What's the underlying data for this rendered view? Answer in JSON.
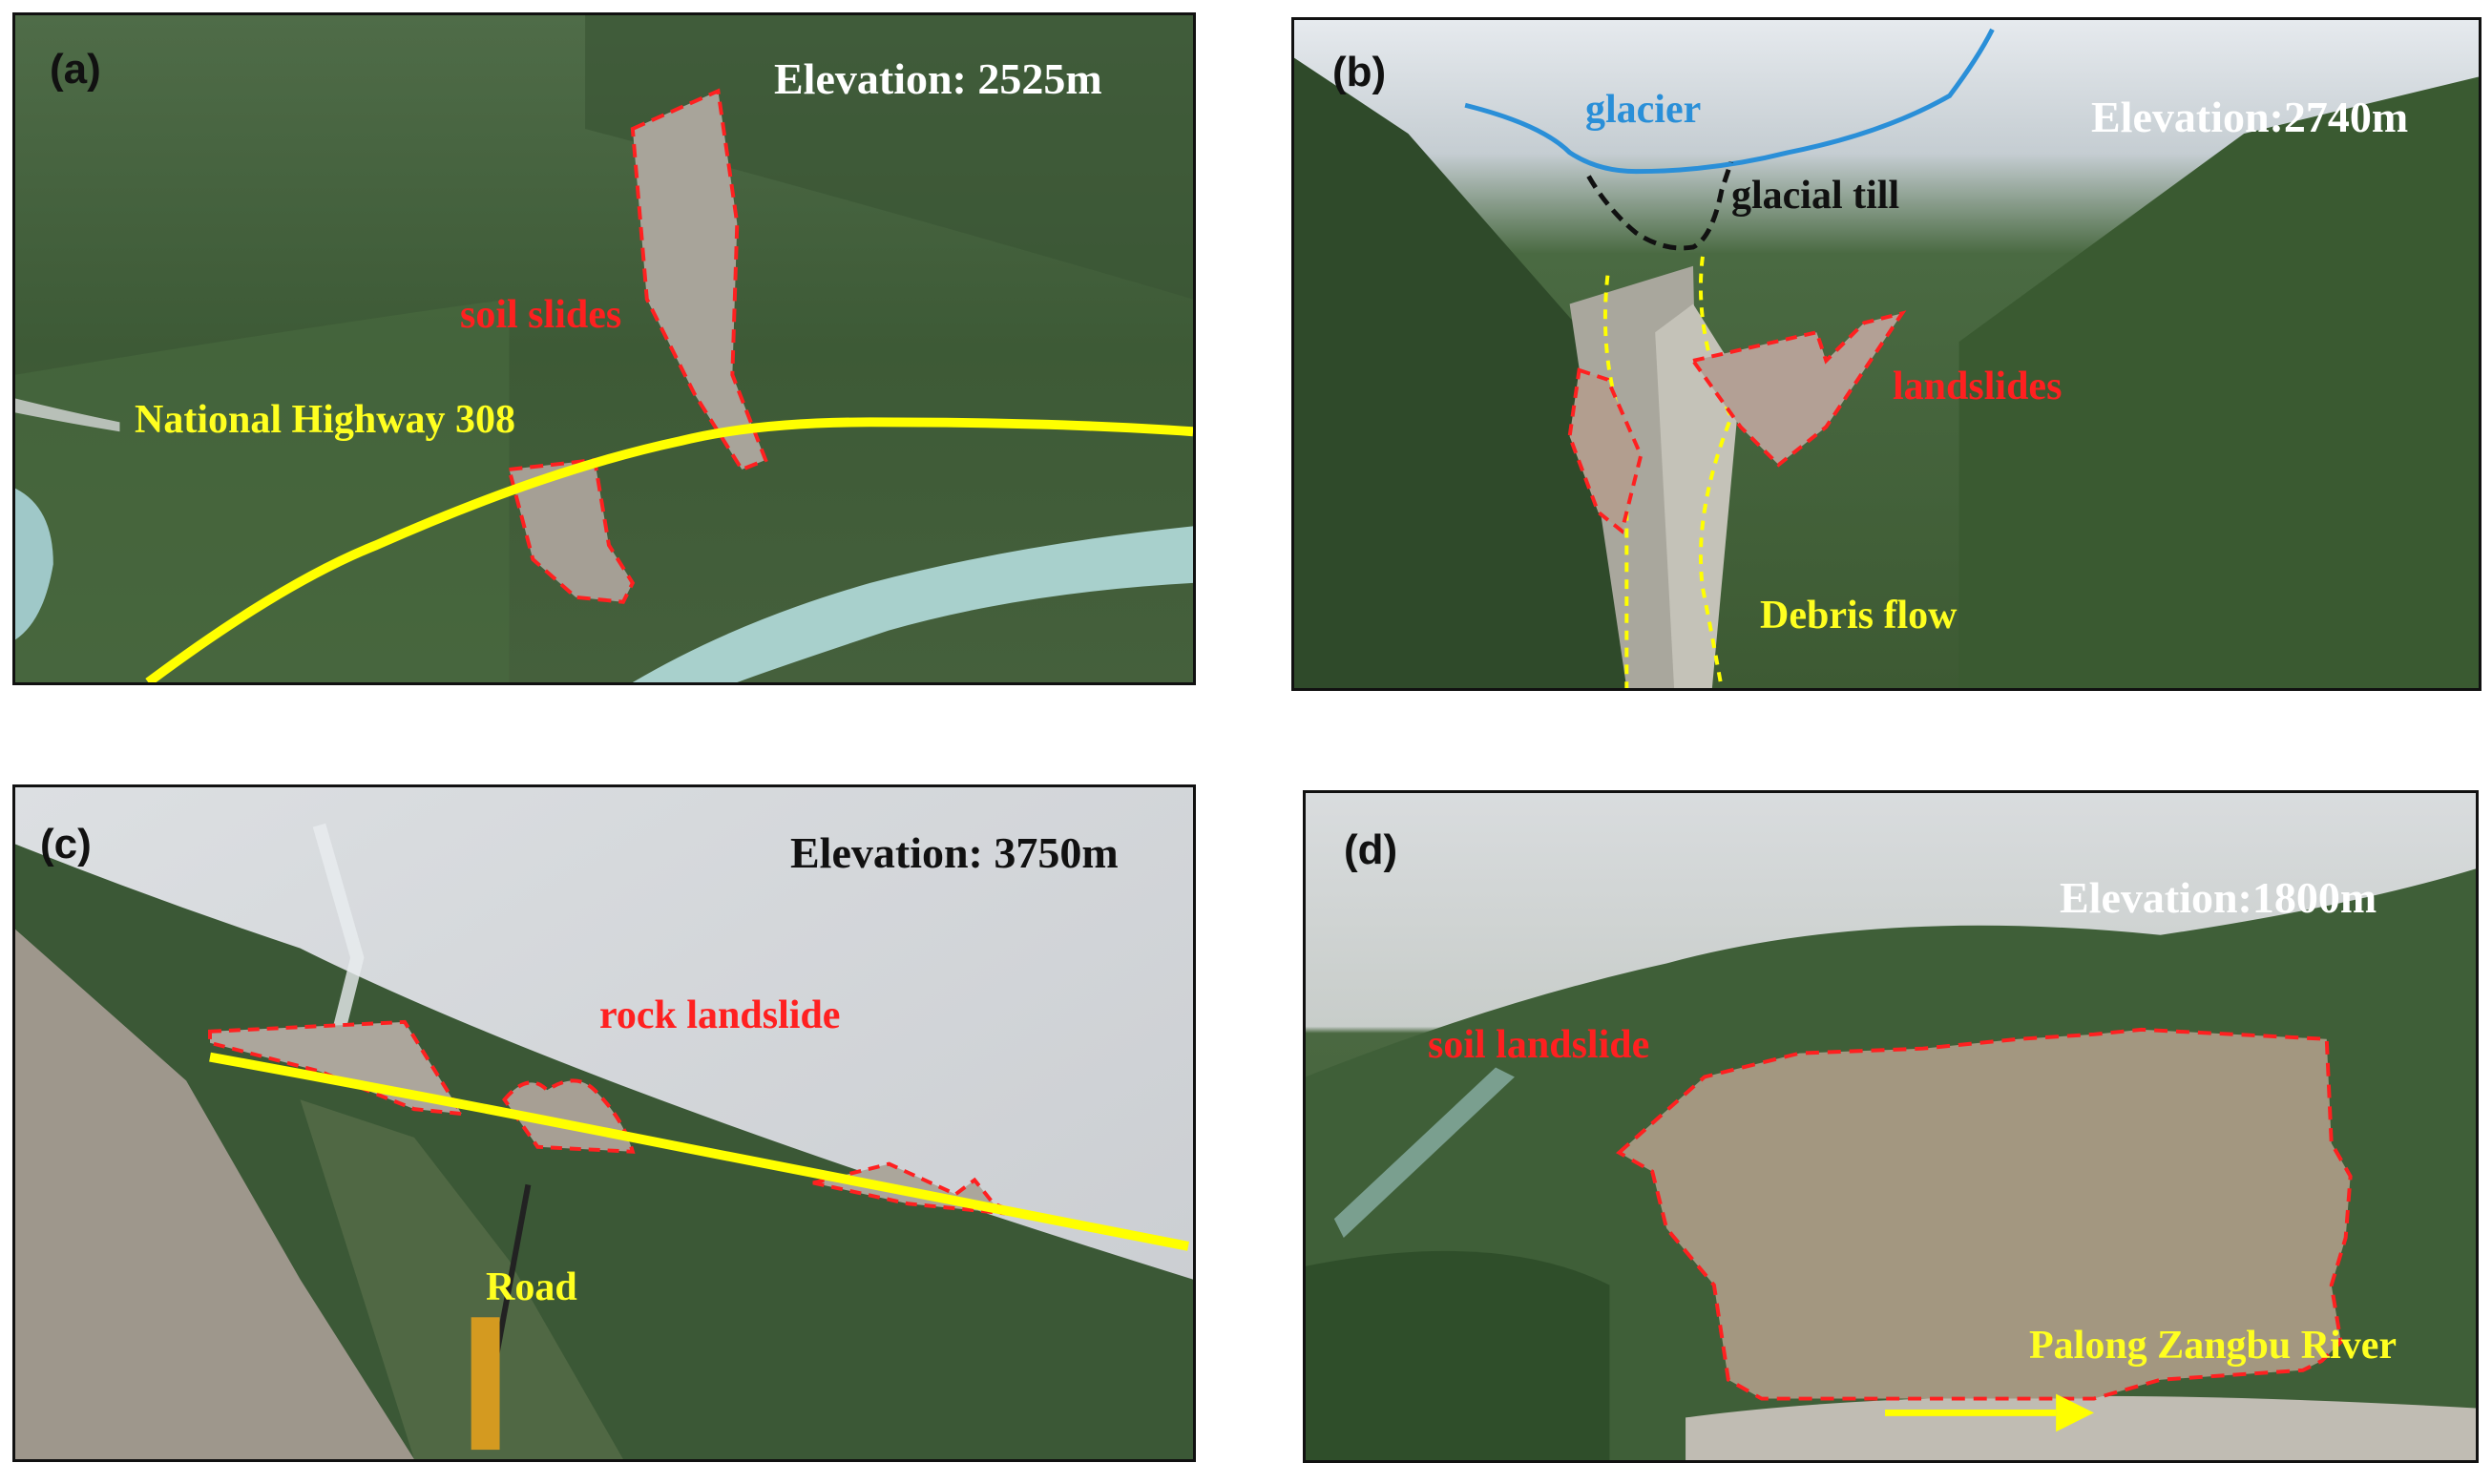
{
  "panels": [
    {
      "label": "(a)",
      "elevation": "Elevation: 2525m",
      "annotations": {
        "slides": "soil slides",
        "highway": "National Highway 308"
      }
    },
    {
      "label": "(b)",
      "elevation": "Elevation:2740m",
      "annotations": {
        "glacier": "glacier",
        "till": "glacial till",
        "landslides": "landslides",
        "debris": "Debris flow"
      }
    },
    {
      "label": "(c)",
      "elevation": "Elevation: 3750m",
      "annotations": {
        "rock": "rock landslide",
        "road": "Road"
      }
    },
    {
      "label": "(d)",
      "elevation": "Elevation:1800m",
      "annotations": {
        "soil": "soil landslide",
        "river": "Palong Zangbu River"
      }
    }
  ],
  "colors": {
    "landslide_outline": "#ff2020",
    "road_line": "#ffff00",
    "glacier_line": "#2a8fd8",
    "till_line": "#111111"
  }
}
